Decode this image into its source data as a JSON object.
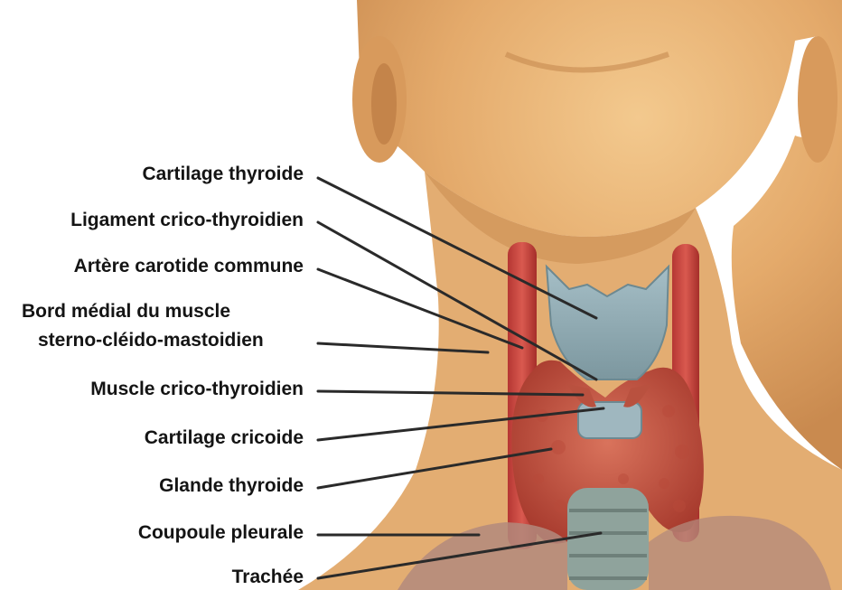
{
  "diagram": {
    "labels": [
      {
        "id": "cartilage-thyroide",
        "text": "Cartilage thyroide"
      },
      {
        "id": "ligament-crico-thyroidien",
        "text": "Ligament crico-thyroidien"
      },
      {
        "id": "artere-carotide-commune",
        "text": "Artère carotide commune"
      },
      {
        "id": "bord-medial-line1",
        "text": "Bord médial du muscle"
      },
      {
        "id": "bord-medial-line2",
        "text": "sterno-cléido-mastoidien"
      },
      {
        "id": "muscle-crico-thyroidien",
        "text": "Muscle crico-thyroidien"
      },
      {
        "id": "cartilage-cricoide",
        "text": "Cartilage cricoide"
      },
      {
        "id": "glande-thyroide",
        "text": "Glande thyroide"
      },
      {
        "id": "coupoule-pleurale",
        "text": "Coupoule pleurale"
      },
      {
        "id": "trachee",
        "text": "Trachée"
      }
    ]
  }
}
